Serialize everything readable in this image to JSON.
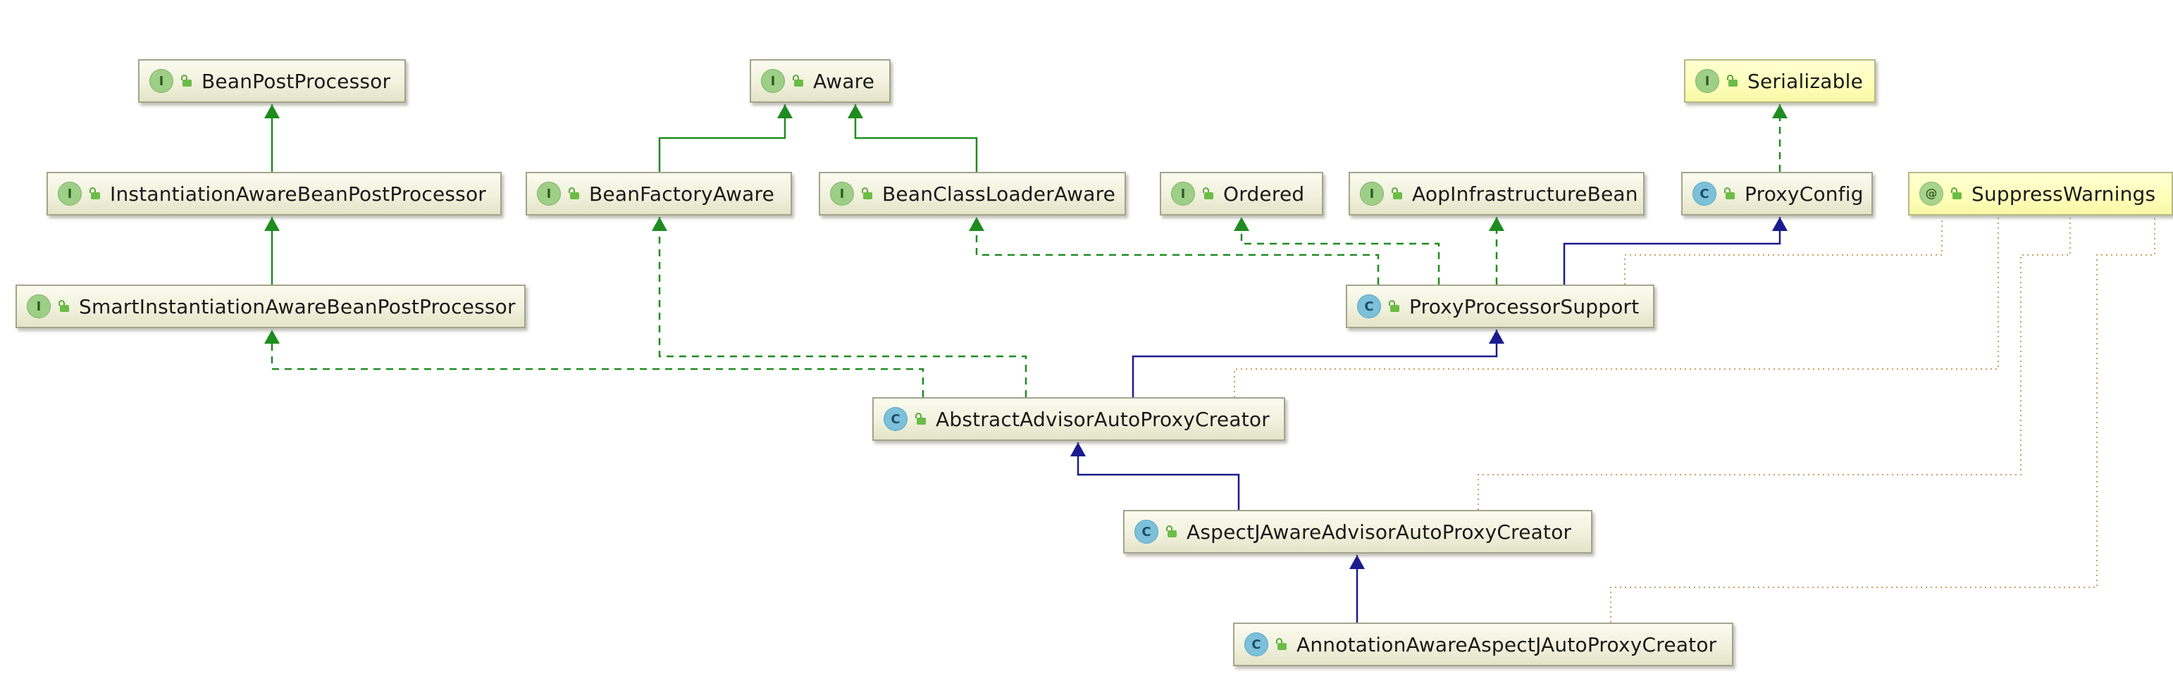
{
  "diagram": {
    "nodes": [
      {
        "id": "BeanPostProcessor",
        "kind": "interface",
        "kind_letter": "I",
        "label": "BeanPostProcessor"
      },
      {
        "id": "Aware",
        "kind": "interface",
        "kind_letter": "I",
        "label": "Aware"
      },
      {
        "id": "Serializable",
        "kind": "interface",
        "kind_letter": "I",
        "label": "Serializable",
        "highlight": true
      },
      {
        "id": "InstantiationAwareBeanPostProcessor",
        "kind": "interface",
        "kind_letter": "I",
        "label": "InstantiationAwareBeanPostProcessor"
      },
      {
        "id": "BeanFactoryAware",
        "kind": "interface",
        "kind_letter": "I",
        "label": "BeanFactoryAware"
      },
      {
        "id": "BeanClassLoaderAware",
        "kind": "interface",
        "kind_letter": "I",
        "label": "BeanClassLoaderAware"
      },
      {
        "id": "Ordered",
        "kind": "interface",
        "kind_letter": "I",
        "label": "Ordered"
      },
      {
        "id": "AopInfrastructureBean",
        "kind": "interface",
        "kind_letter": "I",
        "label": "AopInfrastructureBean"
      },
      {
        "id": "ProxyConfig",
        "kind": "class",
        "kind_letter": "C",
        "label": "ProxyConfig"
      },
      {
        "id": "SuppressWarnings",
        "kind": "annotation",
        "kind_letter": "@",
        "label": "SuppressWarnings",
        "highlight": true
      },
      {
        "id": "SmartInstantiationAwareBeanPostProcessor",
        "kind": "interface",
        "kind_letter": "I",
        "label": "SmartInstantiationAwareBeanPostProcessor"
      },
      {
        "id": "ProxyProcessorSupport",
        "kind": "class",
        "kind_letter": "C",
        "label": "ProxyProcessorSupport"
      },
      {
        "id": "AbstractAdvisorAutoProxyCreator",
        "kind": "abstract-class",
        "kind_letter": "C",
        "label": "AbstractAdvisorAutoProxyCreator"
      },
      {
        "id": "AspectJAwareAdvisorAutoProxyCreator",
        "kind": "class",
        "kind_letter": "C",
        "label": "AspectJAwareAdvisorAutoProxyCreator"
      },
      {
        "id": "AnnotationAwareAspectJAutoProxyCreator",
        "kind": "class",
        "kind_letter": "C",
        "label": "AnnotationAwareAspectJAutoProxyCreator"
      }
    ],
    "edges": [
      {
        "from": "InstantiationAwareBeanPostProcessor",
        "to": "BeanPostProcessor",
        "relation": "extends"
      },
      {
        "from": "SmartInstantiationAwareBeanPostProcessor",
        "to": "InstantiationAwareBeanPostProcessor",
        "relation": "extends"
      },
      {
        "from": "BeanFactoryAware",
        "to": "Aware",
        "relation": "extends"
      },
      {
        "from": "BeanClassLoaderAware",
        "to": "Aware",
        "relation": "extends"
      },
      {
        "from": "ProxyConfig",
        "to": "Serializable",
        "relation": "implements"
      },
      {
        "from": "ProxyProcessorSupport",
        "to": "ProxyConfig",
        "relation": "class-extends"
      },
      {
        "from": "ProxyProcessorSupport",
        "to": "BeanClassLoaderAware",
        "relation": "implements"
      },
      {
        "from": "ProxyProcessorSupport",
        "to": "Ordered",
        "relation": "implements"
      },
      {
        "from": "ProxyProcessorSupport",
        "to": "AopInfrastructureBean",
        "relation": "implements"
      },
      {
        "from": "AbstractAdvisorAutoProxyCreator",
        "to": "ProxyProcessorSupport",
        "relation": "class-extends"
      },
      {
        "from": "AbstractAdvisorAutoProxyCreator",
        "to": "SmartInstantiationAwareBeanPostProcessor",
        "relation": "implements"
      },
      {
        "from": "AbstractAdvisorAutoProxyCreator",
        "to": "BeanFactoryAware",
        "relation": "implements"
      },
      {
        "from": "AspectJAwareAdvisorAutoProxyCreator",
        "to": "AbstractAdvisorAutoProxyCreator",
        "relation": "class-extends"
      },
      {
        "from": "AnnotationAwareAspectJAutoProxyCreator",
        "to": "AspectJAwareAdvisorAutoProxyCreator",
        "relation": "class-extends"
      },
      {
        "from": "ProxyProcessorSupport",
        "to": "SuppressWarnings",
        "relation": "annotated"
      },
      {
        "from": "AbstractAdvisorAutoProxyCreator",
        "to": "SuppressWarnings",
        "relation": "annotated"
      },
      {
        "from": "AspectJAwareAdvisorAutoProxyCreator",
        "to": "SuppressWarnings",
        "relation": "annotated"
      },
      {
        "from": "AnnotationAwareAspectJAutoProxyCreator",
        "to": "SuppressWarnings",
        "relation": "annotated"
      }
    ]
  },
  "colors": {
    "interface_inheritance": "#1f8c1f",
    "class_inheritance": "#1b1b8f",
    "annotation_link": "#c8a060",
    "node_border": "#a4a48c",
    "highlight_fill": "#ffffba"
  }
}
